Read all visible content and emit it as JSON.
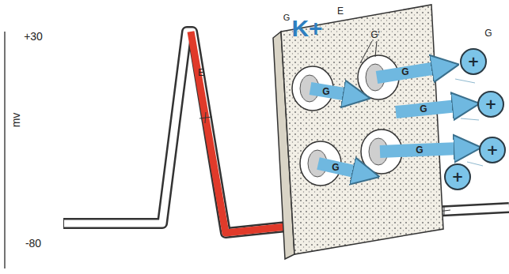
{
  "diagram": {
    "nodes": [
      {
        "text": [
          "+"
        ]
      },
      {
        "text": [
          "+"
        ]
      },
      {
        "text": [
          "+"
        ]
      },
      {
        "text": [
          "+"
        ]
      }
    ],
    "labels": [
      "+30",
      "mv",
      "-80",
      "K+",
      "G",
      "E",
      "G'",
      "G",
      "G",
      "G",
      "G",
      "G",
      "G",
      "E"
    ]
  }
}
